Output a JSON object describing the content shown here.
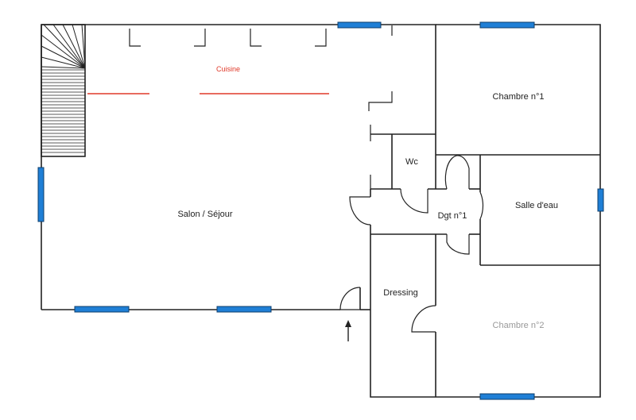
{
  "rooms": {
    "cuisine": "Cuisine",
    "chambre1": "Chambre n°1",
    "wc": "Wc",
    "salle_eau": "Salle d'eau",
    "dgt": "Dgt n°1",
    "salon": "Salon / Séjour",
    "dressing": "Dressing",
    "chambre2": "Chambre n°2"
  },
  "colors": {
    "wall": "#222222",
    "window": "#1f7fd6",
    "counter": "#e03a2a"
  },
  "icons": {
    "stair": "stair-icon",
    "entry": "entry-arrow-icon"
  }
}
